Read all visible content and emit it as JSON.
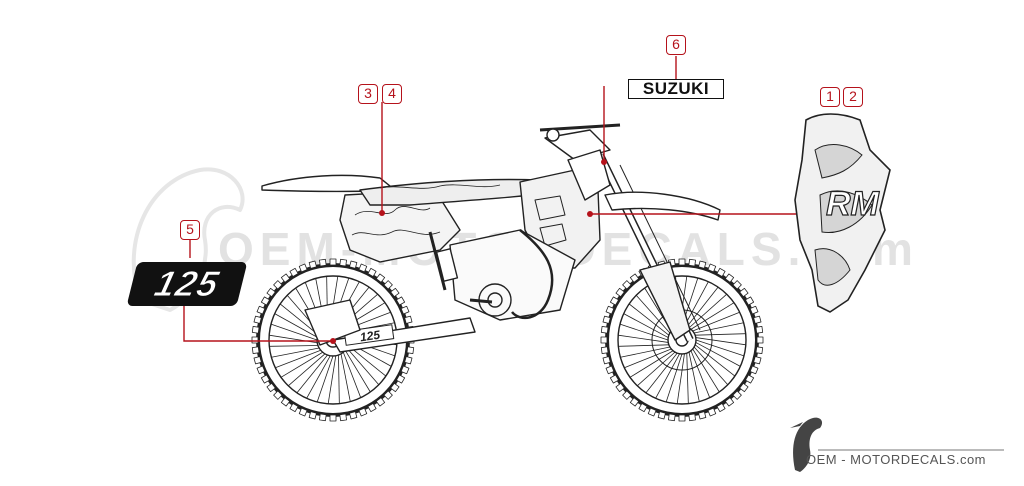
{
  "callouts": {
    "c1": "1",
    "c2": "2",
    "c3": "3",
    "c4": "4",
    "c5": "5",
    "c6": "6"
  },
  "decals": {
    "brand_logo": "SUZUKI",
    "number_plate": "125",
    "swingarm_text": "125",
    "fork_guard_graphic": "RM"
  },
  "watermark": "OEM-MOTORDECALS.com",
  "footer": {
    "brand": "OEM - MOTORDECALS.com"
  },
  "colors": {
    "callout": "#b5121b",
    "line_art": "#222222",
    "watermark": "#e2e2e2"
  },
  "icons": {
    "footer_logo": "bird-logo-icon"
  }
}
